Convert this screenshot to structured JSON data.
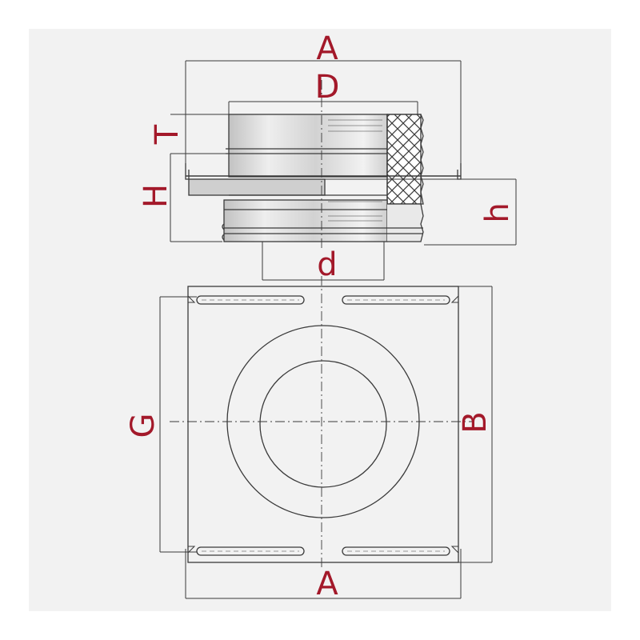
{
  "labels": {
    "top_width": "A",
    "inner_width": "D",
    "top_height": "T",
    "total_height": "H",
    "flange_height": "h",
    "pipe_diameter": "d",
    "plate_side": "G",
    "plate_height": "B",
    "bottom_width": "A"
  },
  "colors": {
    "background": "#f2f2f2",
    "label": "#a3192a",
    "line": "#3a3a3a",
    "metal_light": "#e6e6e6",
    "metal_dark": "#bcbcbc"
  }
}
